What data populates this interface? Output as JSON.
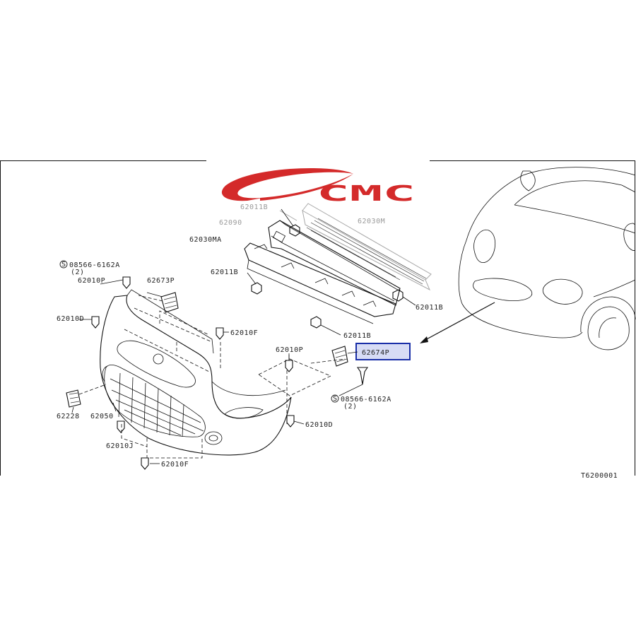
{
  "logo": {
    "text": "CMC",
    "color": "#d42a2a"
  },
  "figure_code": "T6200001",
  "highlight": {
    "label": "62674P",
    "border_color": "#1a2fa8",
    "fill_color": "#d7dcf5"
  },
  "callouts": {
    "top_bolt_a": "62011B",
    "bracket_center": "62090",
    "reinforcement": "62030M",
    "absorber": "62030MA",
    "nut_left": "62011B",
    "nut_right": "62011B",
    "nut_bottom": "62011B",
    "screw_left": "08566-6162A",
    "screw_left_qty": "(2)",
    "clip_left": "62010P",
    "bracket_left": "62673P",
    "clip_side_left": "62010D",
    "clip_top": "62010F",
    "clip_right_top": "62010P",
    "screw_right": "08566-6162A",
    "screw_right_qty": "(2)",
    "clip_right_bottom": "62010D",
    "cover_left": "62228",
    "grille": "62050",
    "clip_bottom_j": "62010J",
    "clip_bottom_f": "62010F"
  }
}
